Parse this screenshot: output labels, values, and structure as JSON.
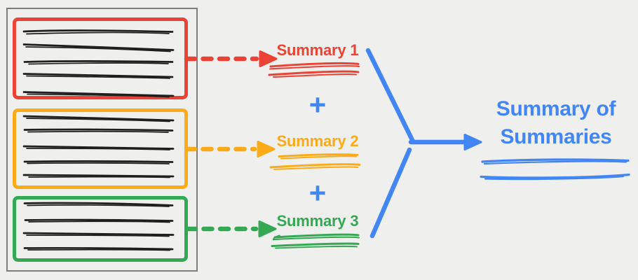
{
  "palette": {
    "background": "#EFEFED",
    "document_border": "#7D7D7D",
    "ink": "#1F1F1F",
    "red": "#EA4335",
    "orange": "#FBAB18",
    "green": "#34A853",
    "blue": "#4285F4"
  },
  "document": {
    "sections": [
      {
        "id": "section-1",
        "color": "#EA4335",
        "text_line_count": 5
      },
      {
        "id": "section-2",
        "color": "#FBAB18",
        "text_line_count": 5
      },
      {
        "id": "section-3",
        "color": "#34A853",
        "text_line_count": 4
      }
    ]
  },
  "summaries": [
    {
      "label": "Summary 1",
      "color": "#EA4335"
    },
    {
      "label": "Summary 2",
      "color": "#FBAB18"
    },
    {
      "label": "Summary 3",
      "color": "#34A853"
    }
  ],
  "operators": {
    "plus": "+"
  },
  "result": {
    "title": "Summary of Summaries",
    "color": "#4285F4"
  }
}
